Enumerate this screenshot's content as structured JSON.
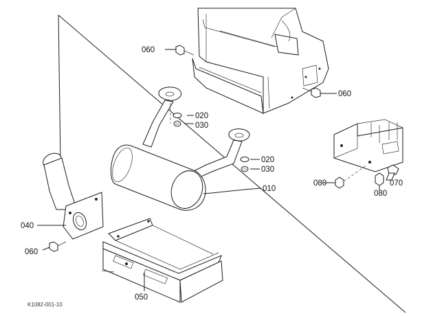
{
  "callouts": {
    "c060_top": "060",
    "c060_right": "060",
    "c020_upper": "020",
    "c030_upper": "030",
    "c020_lower": "020",
    "c030_lower": "030",
    "c010": "010",
    "c080_left": "080",
    "c080_right": "080",
    "c070": "070",
    "c040": "040",
    "c060_left": "060",
    "c050": "050"
  },
  "drawing_code": "K1082-001-10"
}
